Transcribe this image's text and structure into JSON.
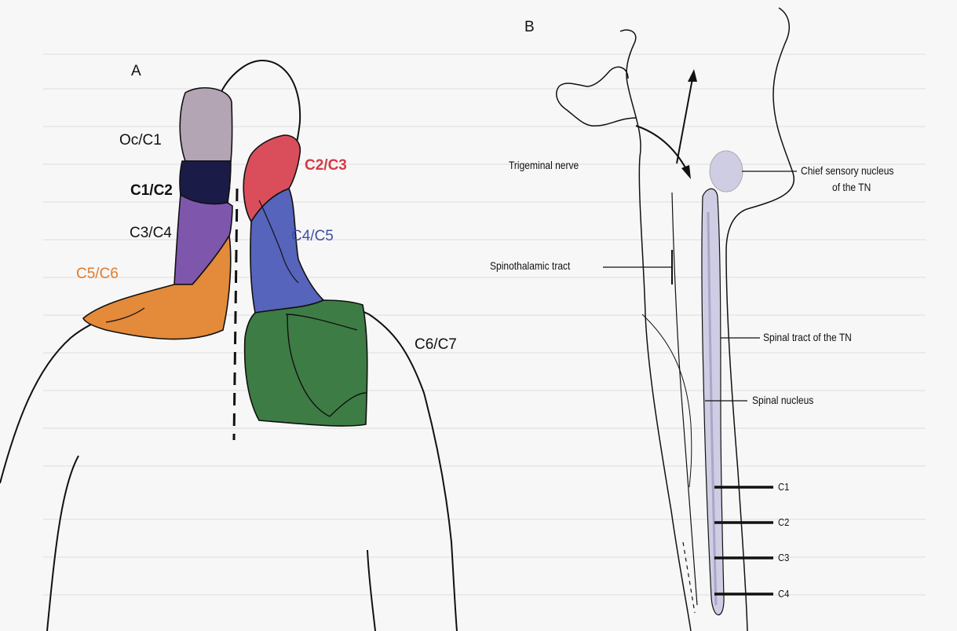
{
  "panel_a": {
    "letter": "A",
    "regions": [
      {
        "label": "Oc/C1",
        "color": "#111111",
        "fill": "#b4a5b4"
      },
      {
        "label": "C1/C2",
        "color": "#111111",
        "fill": "#1b1b48"
      },
      {
        "label": "C2/C3",
        "color": "#d63a48",
        "fill": "#d94e5a"
      },
      {
        "label": "C3/C4",
        "color": "#111111",
        "fill": "#7e57ad"
      },
      {
        "label": "C4/C5",
        "color": "#3f4ea6",
        "fill": "#5664bb"
      },
      {
        "label": "C5/C6",
        "color": "#e07b2e",
        "fill": "#e38a3b"
      },
      {
        "label": "C6/C7",
        "color": "#111111",
        "fill": "#3e7c45"
      }
    ]
  },
  "panel_b": {
    "letter": "B",
    "labels": {
      "trigeminal_nerve": "Trigeminal nerve",
      "chief_sensory_line1": "Chief sensory nucleus",
      "chief_sensory_line2": "of the TN",
      "spinothalamic_tract": "Spinothalamic tract",
      "spinal_tract": "Spinal tract of the TN",
      "spinal_nucleus": "Spinal nucleus"
    },
    "levels": [
      "C1",
      "C2",
      "C3",
      "C4"
    ],
    "colors": {
      "nucleus": "#cfcde3",
      "line": "#1a1a1a"
    }
  }
}
